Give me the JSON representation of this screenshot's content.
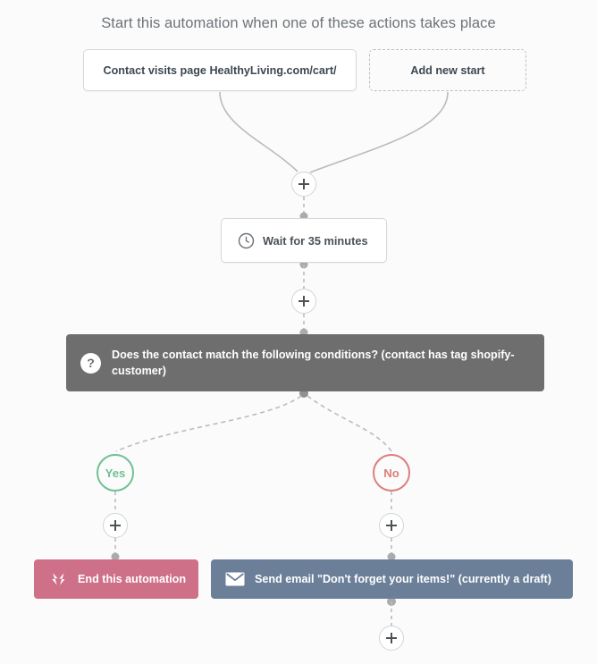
{
  "header": {
    "title": "Start this automation when one of these actions takes place"
  },
  "starts": [
    {
      "label": "Contact visits page HealthyLiving.com/cart/",
      "style": "solid"
    },
    {
      "label": "Add new start",
      "style": "dashed"
    }
  ],
  "nodes": {
    "wait": {
      "label": "Wait for 35 minutes",
      "icon": "clock-icon"
    },
    "condition": {
      "label": "Does the contact match the following conditions? (contact has tag shopify-customer)",
      "icon": "question-mark-icon",
      "color": "#6e6e6e"
    },
    "branch_yes": {
      "label": "Yes",
      "color": "#6ec193"
    },
    "branch_no": {
      "label": "No",
      "color": "#dc7f7a"
    },
    "end_automation": {
      "label": "End this automation",
      "icon": "lightning-bolts-icon",
      "color": "#cf7089"
    },
    "send_email": {
      "label": "Send email \"Don't forget your items!\" (currently a draft)",
      "icon": "envelope-icon",
      "color": "#6b7f99"
    }
  },
  "add_buttons": {
    "after_start": "+",
    "after_wait": "+",
    "yes_branch": "+",
    "no_branch": "+",
    "after_email": "+"
  },
  "colors": {
    "canvas_background": "#fbfbfb",
    "connector": "#b9bbbd",
    "node_border": "#d5d7d9",
    "title_text": "#6d7378"
  }
}
